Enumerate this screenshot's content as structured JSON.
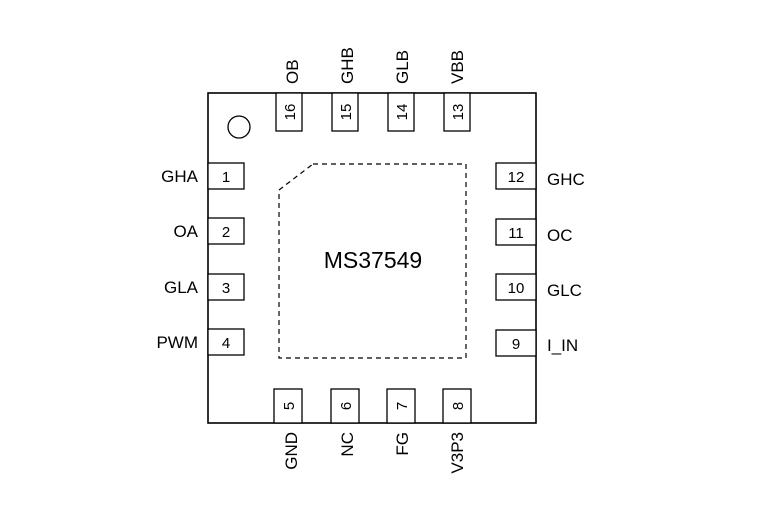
{
  "chip": {
    "part_number": "MS37549"
  },
  "pins": {
    "left": [
      {
        "number": "1",
        "name": "GHA"
      },
      {
        "number": "2",
        "name": "OA"
      },
      {
        "number": "3",
        "name": "GLA"
      },
      {
        "number": "4",
        "name": "PWM"
      }
    ],
    "bottom": [
      {
        "number": "5",
        "name": "GND"
      },
      {
        "number": "6",
        "name": "NC"
      },
      {
        "number": "7",
        "name": "FG"
      },
      {
        "number": "8",
        "name": "V3P3"
      }
    ],
    "right": [
      {
        "number": "9",
        "name": "I_IN"
      },
      {
        "number": "10",
        "name": "GLC"
      },
      {
        "number": "11",
        "name": "OC"
      },
      {
        "number": "12",
        "name": "GHC"
      }
    ],
    "top": [
      {
        "number": "13",
        "name": "VBB"
      },
      {
        "number": "14",
        "name": "GLB"
      },
      {
        "number": "15",
        "name": "GHB"
      },
      {
        "number": "16",
        "name": "OB"
      }
    ]
  }
}
